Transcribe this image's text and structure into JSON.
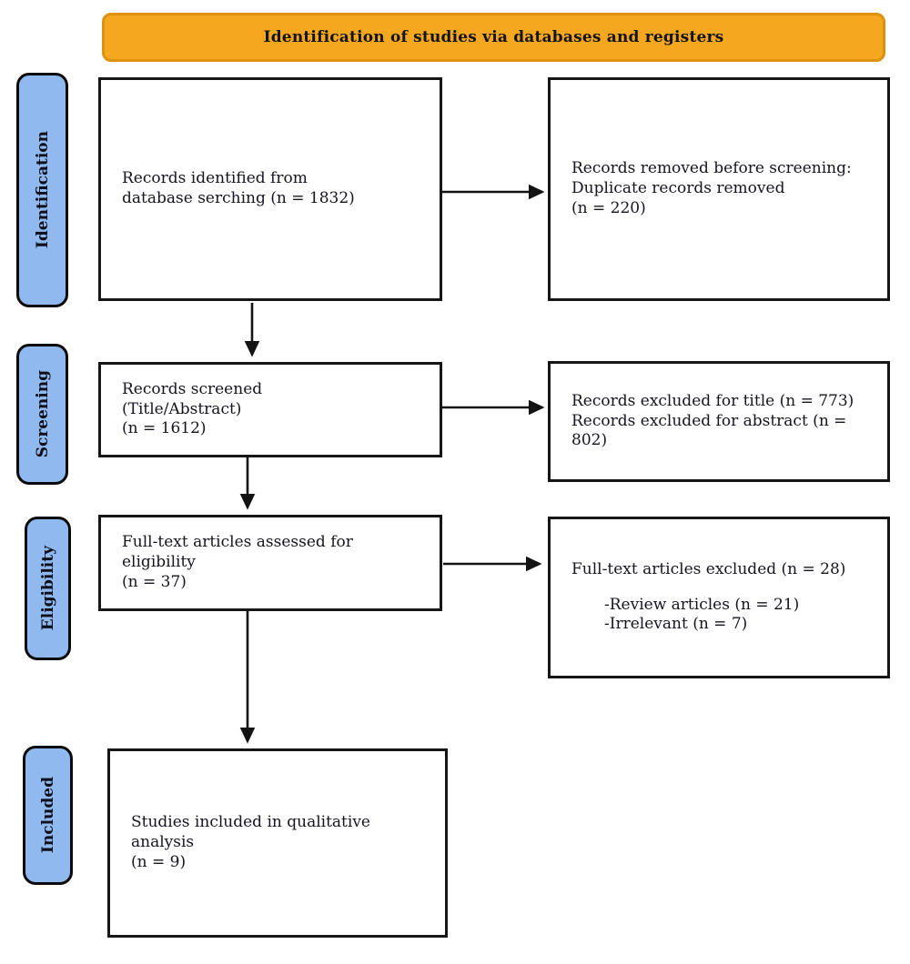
{
  "banner": {
    "label": "Identification of studies via databases and registers"
  },
  "colors": {
    "banner_fill": "#F5A71F",
    "banner_border": "#DD9110",
    "stage_fill": "#90BAEF",
    "stage_border": "#0b0b0b",
    "box_border": "#161616",
    "arrow": "#131313",
    "text": "#15151f"
  },
  "stages": [
    {
      "label": "Identification"
    },
    {
      "label": "Screening"
    },
    {
      "label": "Eligibility"
    },
    {
      "label": "Included"
    }
  ],
  "boxes": {
    "records_identified": {
      "lines": [
        "Records identified from",
        "database serching (n = 1832)"
      ]
    },
    "records_removed": {
      "lines": [
        "Records removed before screening:",
        "Duplicate records removed",
        "(n = 220)"
      ]
    },
    "records_screened": {
      "lines": [
        "Records screened",
        "(Title/Abstract)",
        "(n = 1612)"
      ]
    },
    "records_excluded": {
      "lines": [
        "Records excluded for title (n = 773)",
        "Records excluded for abstract (n = 802)"
      ]
    },
    "fulltext_assessed": {
      "lines": [
        "Full-text articles assessed for eligibility",
        "(n = 37)"
      ]
    },
    "fulltext_excluded": {
      "line1": "Full-text articles excluded (n = 28)",
      "sub_lines": [
        "-Review articles (n = 21)",
        "-Irrelevant (n = 7)"
      ]
    },
    "studies_included": {
      "lines": [
        "Studies included in qualitative analysis",
        "(n = 9)"
      ]
    }
  }
}
